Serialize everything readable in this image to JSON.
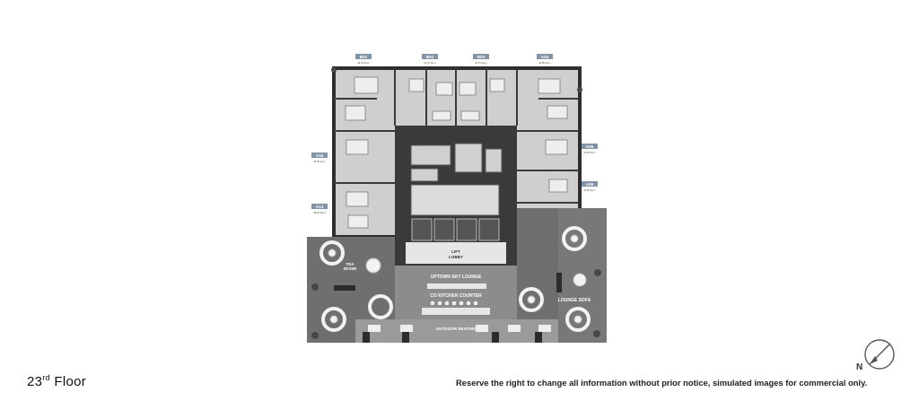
{
  "floor": {
    "number": "23",
    "suffix": "rd",
    "word": "Floor"
  },
  "disclaimer": "Reserve the right to change all information without prior notice, simulated images for commercial only.",
  "compass": {
    "label": "N"
  },
  "units": [
    {
      "id": "B01",
      "area": "49.75 Sq.m"
    },
    {
      "id": "B02",
      "area": "31.70 Sq.m"
    },
    {
      "id": "B03",
      "area": "31.70 Sq.m"
    },
    {
      "id": "A04",
      "area": "43.85 Sq.m"
    },
    {
      "id": "A05",
      "area": "36.60 Sq.m"
    },
    {
      "id": "A06",
      "area": "36.00 Sq.m"
    },
    {
      "id": "A15",
      "area": "36.00 Sq.m"
    },
    {
      "id": "A14",
      "area": "36.60 Sq.m"
    }
  ],
  "spaces": {
    "lift_lobby": [
      "LIFT",
      "LOBBY"
    ],
    "tea_room": [
      "TEA",
      "ROOM"
    ],
    "sky_lounge": "UPTOWN SKY LOUNGE",
    "kitchen_counter": "CO KITCHEN COUNTER",
    "lounge_sofa": "LOUNGE SOFA",
    "outdoor_seating": "OUTDOOR SEATING"
  },
  "colors": {
    "wall": "#2e2e2e",
    "deck": "#6f6f6f",
    "room": "#cfcfcf",
    "unit_tag": "#8294a6",
    "furniture": "#eeeeee"
  }
}
